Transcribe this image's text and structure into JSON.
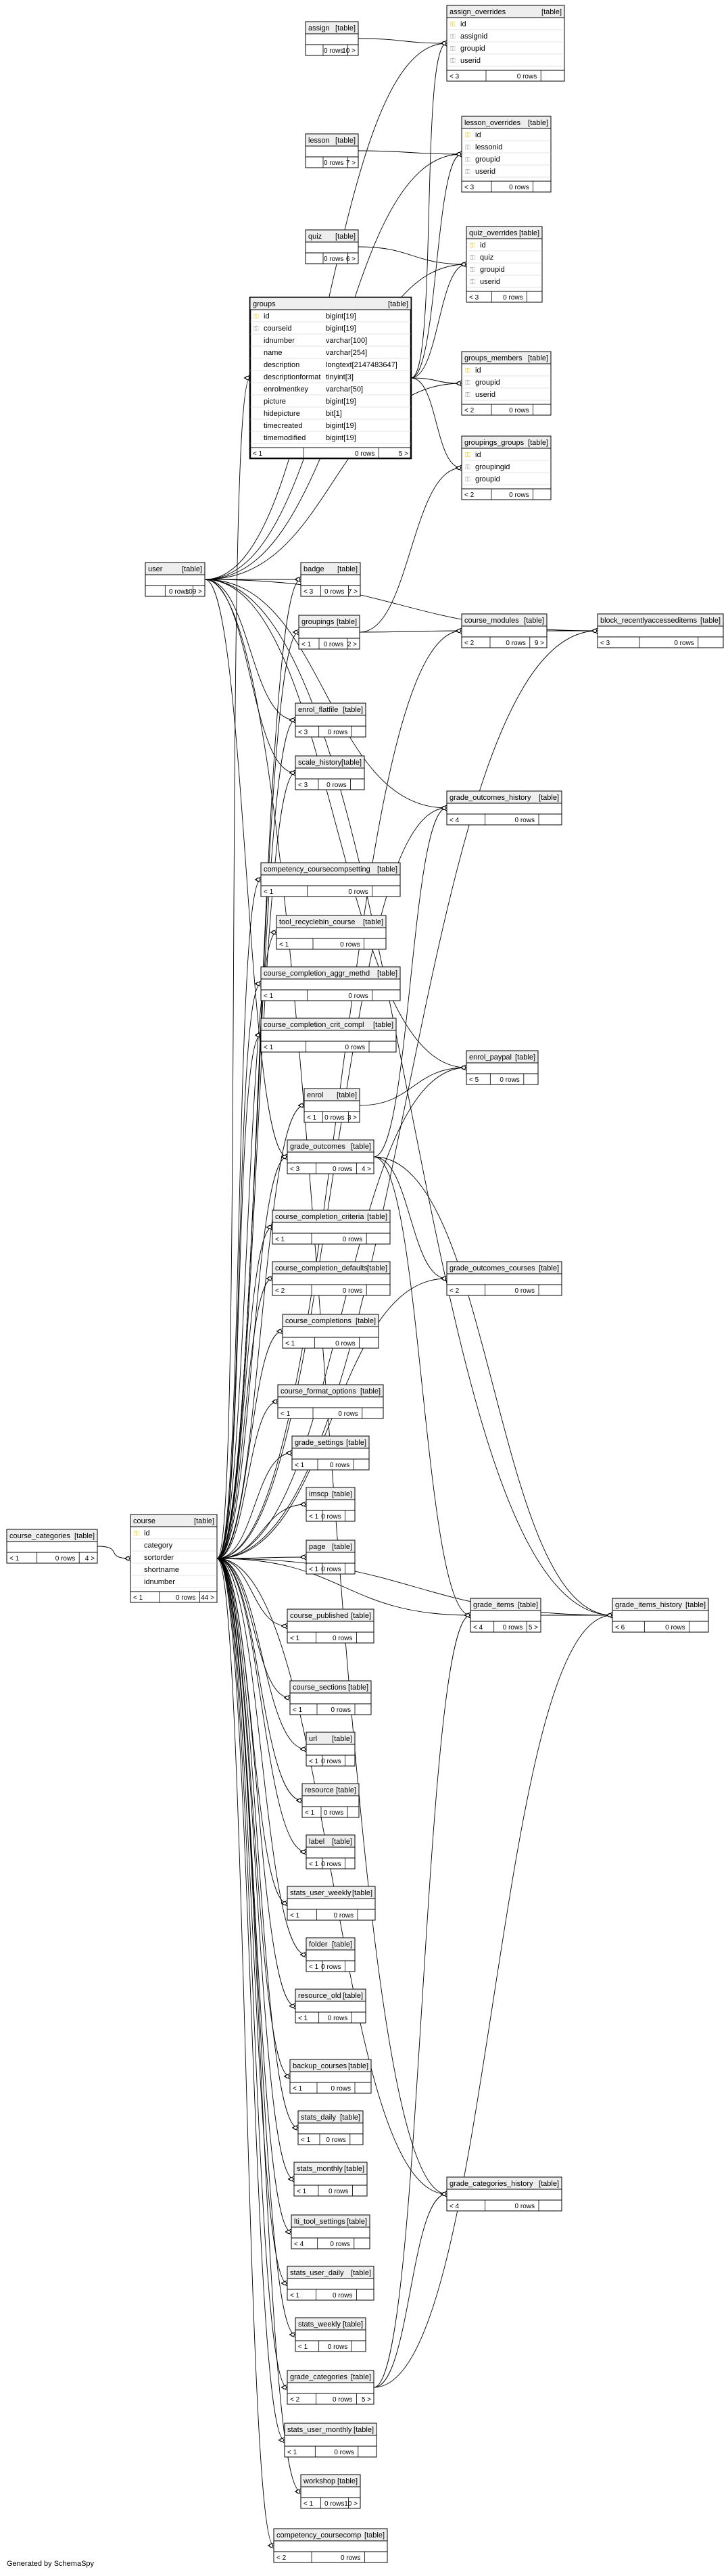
{
  "footer": "Generated by SchemaSpy",
  "type_tag": "[table]",
  "tables": [
    {
      "id": "assign",
      "name": "assign",
      "footer": [
        "",
        "0 rows",
        "10 >"
      ]
    },
    {
      "id": "assign_overrides",
      "name": "assign_overrides",
      "columns": [
        {
          "key": "pk",
          "name": "id"
        },
        {
          "key": "fk",
          "name": "assignid"
        },
        {
          "key": "fk",
          "name": "groupid"
        },
        {
          "key": "fk",
          "name": "userid"
        }
      ],
      "footer": [
        "< 3",
        "0 rows",
        ""
      ]
    },
    {
      "id": "lesson",
      "name": "lesson",
      "footer": [
        "",
        "0 rows",
        "7 >"
      ]
    },
    {
      "id": "lesson_overrides",
      "name": "lesson_overrides",
      "columns": [
        {
          "key": "pk",
          "name": "id"
        },
        {
          "key": "fk",
          "name": "lessonid"
        },
        {
          "key": "fk",
          "name": "groupid"
        },
        {
          "key": "fk",
          "name": "userid"
        }
      ],
      "footer": [
        "< 3",
        "0 rows",
        ""
      ]
    },
    {
      "id": "quiz",
      "name": "quiz",
      "footer": [
        "",
        "0 rows",
        "6 >"
      ]
    },
    {
      "id": "quiz_overrides",
      "name": "quiz_overrides",
      "columns": [
        {
          "key": "pk",
          "name": "id"
        },
        {
          "key": "fk",
          "name": "quiz"
        },
        {
          "key": "fk",
          "name": "groupid"
        },
        {
          "key": "fk",
          "name": "userid"
        }
      ],
      "footer": [
        "< 3",
        "0 rows",
        ""
      ]
    },
    {
      "id": "groups",
      "name": "groups",
      "focus": true,
      "columns": [
        {
          "key": "pk",
          "name": "id",
          "type": "bigint[19]"
        },
        {
          "key": "fk",
          "name": "courseid",
          "type": "bigint[19]"
        },
        {
          "name": "idnumber",
          "type": "varchar[100]"
        },
        {
          "name": "name",
          "type": "varchar[254]"
        },
        {
          "name": "description",
          "type": "longtext[2147483647]"
        },
        {
          "name": "descriptionformat",
          "type": "tinyint[3]"
        },
        {
          "name": "enrolmentkey",
          "type": "varchar[50]"
        },
        {
          "name": "picture",
          "type": "bigint[19]"
        },
        {
          "name": "hidepicture",
          "type": "bit[1]"
        },
        {
          "name": "timecreated",
          "type": "bigint[19]"
        },
        {
          "name": "timemodified",
          "type": "bigint[19]"
        }
      ],
      "footer": [
        "< 1",
        "0 rows",
        "5 >"
      ]
    },
    {
      "id": "groups_members",
      "name": "groups_members",
      "columns": [
        {
          "key": "pk",
          "name": "id"
        },
        {
          "key": "fk",
          "name": "groupid"
        },
        {
          "key": "fk",
          "name": "userid"
        }
      ],
      "footer": [
        "< 2",
        "0 rows",
        ""
      ]
    },
    {
      "id": "groupings_groups",
      "name": "groupings_groups",
      "columns": [
        {
          "key": "pk",
          "name": "id"
        },
        {
          "key": "fk",
          "name": "groupingid"
        },
        {
          "key": "fk",
          "name": "groupid"
        }
      ],
      "footer": [
        "< 2",
        "0 rows",
        ""
      ]
    },
    {
      "id": "user",
      "name": "user",
      "footer": [
        "",
        "0 rows",
        "109 >"
      ]
    },
    {
      "id": "badge",
      "name": "badge",
      "footer": [
        "< 3",
        "0 rows",
        "7 >"
      ]
    },
    {
      "id": "groupings",
      "name": "groupings",
      "footer": [
        "< 1",
        "0 rows",
        "2 >"
      ]
    },
    {
      "id": "course_modules",
      "name": "course_modules",
      "footer": [
        "< 2",
        "0 rows",
        "9 >"
      ]
    },
    {
      "id": "block_recentlyaccesseditems",
      "name": "block_recentlyaccesseditems",
      "footer": [
        "< 3",
        "0 rows",
        ""
      ]
    },
    {
      "id": "enrol_flatfile",
      "name": "enrol_flatfile",
      "footer": [
        "< 3",
        "0 rows",
        ""
      ]
    },
    {
      "id": "scale_history",
      "name": "scale_history",
      "footer": [
        "< 3",
        "0 rows",
        ""
      ]
    },
    {
      "id": "grade_outcomes_history",
      "name": "grade_outcomes_history",
      "footer": [
        "< 4",
        "0 rows",
        ""
      ]
    },
    {
      "id": "competency_coursecompsetting",
      "name": "competency_coursecompsetting",
      "footer": [
        "< 1",
        "0 rows",
        ""
      ]
    },
    {
      "id": "tool_recyclebin_course",
      "name": "tool_recyclebin_course",
      "footer": [
        "< 1",
        "0 rows",
        ""
      ]
    },
    {
      "id": "course_completion_aggr_methd",
      "name": "course_completion_aggr_methd",
      "footer": [
        "< 1",
        "0 rows",
        ""
      ]
    },
    {
      "id": "course_completion_crit_compl",
      "name": "course_completion_crit_compl",
      "footer": [
        "< 1",
        "0 rows",
        ""
      ]
    },
    {
      "id": "enrol_paypal",
      "name": "enrol_paypal",
      "footer": [
        "< 5",
        "0 rows",
        ""
      ]
    },
    {
      "id": "enrol",
      "name": "enrol",
      "footer": [
        "< 1",
        "0 rows",
        "3 >"
      ]
    },
    {
      "id": "grade_outcomes",
      "name": "grade_outcomes",
      "footer": [
        "< 3",
        "0 rows",
        "4 >"
      ]
    },
    {
      "id": "course_completion_criteria",
      "name": "course_completion_criteria",
      "footer": [
        "< 1",
        "0 rows",
        ""
      ]
    },
    {
      "id": "course_completion_defaults",
      "name": "course_completion_defaults",
      "footer": [
        "< 2",
        "0 rows",
        ""
      ]
    },
    {
      "id": "grade_outcomes_courses",
      "name": "grade_outcomes_courses",
      "footer": [
        "< 2",
        "0 rows",
        ""
      ]
    },
    {
      "id": "course_completions",
      "name": "course_completions",
      "footer": [
        "< 1",
        "0 rows",
        ""
      ]
    },
    {
      "id": "course_format_options",
      "name": "course_format_options",
      "footer": [
        "< 1",
        "0 rows",
        ""
      ]
    },
    {
      "id": "grade_settings",
      "name": "grade_settings",
      "footer": [
        "< 1",
        "0 rows",
        ""
      ]
    },
    {
      "id": "imscp",
      "name": "imscp",
      "footer": [
        "< 1",
        "0 rows",
        ""
      ]
    },
    {
      "id": "page",
      "name": "page",
      "footer": [
        "< 1",
        "0 rows",
        ""
      ]
    },
    {
      "id": "course_categories",
      "name": "course_categories",
      "footer": [
        "< 1",
        "0 rows",
        "4 >"
      ]
    },
    {
      "id": "course",
      "name": "course",
      "columns": [
        {
          "key": "pk",
          "name": "id"
        },
        {
          "name": "category"
        },
        {
          "name": "sortorder"
        },
        {
          "name": "shortname"
        },
        {
          "name": "idnumber"
        }
      ],
      "footer": [
        "< 1",
        "0 rows",
        "44 >"
      ]
    },
    {
      "id": "grade_items",
      "name": "grade_items",
      "footer": [
        "< 4",
        "0 rows",
        "5 >"
      ]
    },
    {
      "id": "grade_items_history",
      "name": "grade_items_history",
      "footer": [
        "< 6",
        "0 rows",
        ""
      ]
    },
    {
      "id": "course_published",
      "name": "course_published",
      "footer": [
        "< 1",
        "0 rows",
        ""
      ]
    },
    {
      "id": "course_sections",
      "name": "course_sections",
      "footer": [
        "< 1",
        "0 rows",
        ""
      ]
    },
    {
      "id": "url",
      "name": "url",
      "footer": [
        "< 1",
        "0 rows",
        ""
      ]
    },
    {
      "id": "resource",
      "name": "resource",
      "footer": [
        "< 1",
        "0 rows",
        ""
      ]
    },
    {
      "id": "label",
      "name": "label",
      "footer": [
        "< 1",
        "0 rows",
        ""
      ]
    },
    {
      "id": "stats_user_weekly",
      "name": "stats_user_weekly",
      "footer": [
        "< 1",
        "0 rows",
        ""
      ]
    },
    {
      "id": "folder",
      "name": "folder",
      "footer": [
        "< 1",
        "0 rows",
        ""
      ]
    },
    {
      "id": "resource_old",
      "name": "resource_old",
      "footer": [
        "< 1",
        "0 rows",
        ""
      ]
    },
    {
      "id": "backup_courses",
      "name": "backup_courses",
      "footer": [
        "< 1",
        "0 rows",
        ""
      ]
    },
    {
      "id": "stats_daily",
      "name": "stats_daily",
      "footer": [
        "< 1",
        "0 rows",
        ""
      ]
    },
    {
      "id": "stats_monthly",
      "name": "stats_monthly",
      "footer": [
        "< 1",
        "0 rows",
        ""
      ]
    },
    {
      "id": "grade_categories_history",
      "name": "grade_categories_history",
      "footer": [
        "< 4",
        "0 rows",
        ""
      ]
    },
    {
      "id": "lti_tool_settings",
      "name": "lti_tool_settings",
      "footer": [
        "< 4",
        "0 rows",
        ""
      ]
    },
    {
      "id": "stats_user_daily",
      "name": "stats_user_daily",
      "footer": [
        "< 1",
        "0 rows",
        ""
      ]
    },
    {
      "id": "stats_weekly",
      "name": "stats_weekly",
      "footer": [
        "< 1",
        "0 rows",
        ""
      ]
    },
    {
      "id": "grade_categories",
      "name": "grade_categories",
      "footer": [
        "< 2",
        "0 rows",
        "5 >"
      ]
    },
    {
      "id": "stats_user_monthly",
      "name": "stats_user_monthly",
      "footer": [
        "< 1",
        "0 rows",
        ""
      ]
    },
    {
      "id": "workshop",
      "name": "workshop",
      "footer": [
        "< 1",
        "0 rows",
        "10 >"
      ]
    },
    {
      "id": "competency_coursecomp",
      "name": "competency_coursecomp",
      "footer": [
        "< 2",
        "0 rows",
        ""
      ]
    }
  ],
  "relationships": [
    [
      "assign",
      "assign_overrides"
    ],
    [
      "groups",
      "assign_overrides"
    ],
    [
      "user",
      "assign_overrides"
    ],
    [
      "lesson",
      "lesson_overrides"
    ],
    [
      "groups",
      "lesson_overrides"
    ],
    [
      "user",
      "lesson_overrides"
    ],
    [
      "quiz",
      "quiz_overrides"
    ],
    [
      "groups",
      "quiz_overrides"
    ],
    [
      "user",
      "quiz_overrides"
    ],
    [
      "groups",
      "groups_members"
    ],
    [
      "user",
      "groups_members"
    ],
    [
      "groups",
      "groupings_groups"
    ],
    [
      "groupings",
      "groupings_groups"
    ],
    [
      "course",
      "groups"
    ],
    [
      "user",
      "badge"
    ],
    [
      "course",
      "badge"
    ],
    [
      "course",
      "groupings"
    ],
    [
      "groupings",
      "course_modules"
    ],
    [
      "course",
      "course_modules"
    ],
    [
      "course_modules",
      "block_recentlyaccesseditems"
    ],
    [
      "user",
      "block_recentlyaccesseditems"
    ],
    [
      "course",
      "block_recentlyaccesseditems"
    ],
    [
      "user",
      "enrol_flatfile"
    ],
    [
      "course",
      "enrol_flatfile"
    ],
    [
      "user",
      "scale_history"
    ],
    [
      "course",
      "scale_history"
    ],
    [
      "user",
      "grade_outcomes_history"
    ],
    [
      "course",
      "grade_outcomes_history"
    ],
    [
      "grade_outcomes",
      "grade_outcomes_history"
    ],
    [
      "course",
      "competency_coursecompsetting"
    ],
    [
      "course",
      "tool_recyclebin_course"
    ],
    [
      "course",
      "course_completion_aggr_methd"
    ],
    [
      "course",
      "course_completion_crit_compl"
    ],
    [
      "user",
      "enrol_paypal"
    ],
    [
      "course",
      "enrol_paypal"
    ],
    [
      "enrol",
      "enrol_paypal"
    ],
    [
      "course",
      "enrol"
    ],
    [
      "course",
      "grade_outcomes"
    ],
    [
      "user",
      "grade_outcomes"
    ],
    [
      "course",
      "course_completion_criteria"
    ],
    [
      "course",
      "course_completion_defaults"
    ],
    [
      "course",
      "grade_outcomes_courses"
    ],
    [
      "grade_outcomes",
      "grade_outcomes_courses"
    ],
    [
      "course",
      "course_completions"
    ],
    [
      "course",
      "course_format_options"
    ],
    [
      "course",
      "grade_settings"
    ],
    [
      "course",
      "imscp"
    ],
    [
      "course",
      "page"
    ],
    [
      "course_categories",
      "course"
    ],
    [
      "course",
      "grade_items"
    ],
    [
      "grade_outcomes",
      "grade_items"
    ],
    [
      "grade_categories",
      "grade_items"
    ],
    [
      "grade_items",
      "grade_items_history"
    ],
    [
      "course",
      "grade_items_history"
    ],
    [
      "grade_outcomes",
      "grade_items_history"
    ],
    [
      "grade_categories",
      "grade_items_history"
    ],
    [
      "user",
      "grade_items_history"
    ],
    [
      "course",
      "course_published"
    ],
    [
      "course",
      "course_sections"
    ],
    [
      "course",
      "url"
    ],
    [
      "course",
      "resource"
    ],
    [
      "course",
      "label"
    ],
    [
      "course",
      "stats_user_weekly"
    ],
    [
      "course",
      "folder"
    ],
    [
      "course",
      "resource_old"
    ],
    [
      "course",
      "backup_courses"
    ],
    [
      "course",
      "stats_daily"
    ],
    [
      "course",
      "stats_monthly"
    ],
    [
      "course",
      "grade_categories_history"
    ],
    [
      "grade_categories",
      "grade_categories_history"
    ],
    [
      "user",
      "grade_categories_history"
    ],
    [
      "course",
      "lti_tool_settings"
    ],
    [
      "course",
      "stats_user_daily"
    ],
    [
      "course",
      "stats_weekly"
    ],
    [
      "course",
      "grade_categories"
    ],
    [
      "course",
      "stats_user_monthly"
    ],
    [
      "course",
      "workshop"
    ],
    [
      "course",
      "competency_coursecomp"
    ]
  ],
  "colors": {
    "line": "#000000",
    "header_bg": "#eeeeee",
    "pk_key": "#e8c300",
    "fk_key": "#9a9a9a",
    "box_border": "#000000",
    "background": "#ffffff"
  }
}
